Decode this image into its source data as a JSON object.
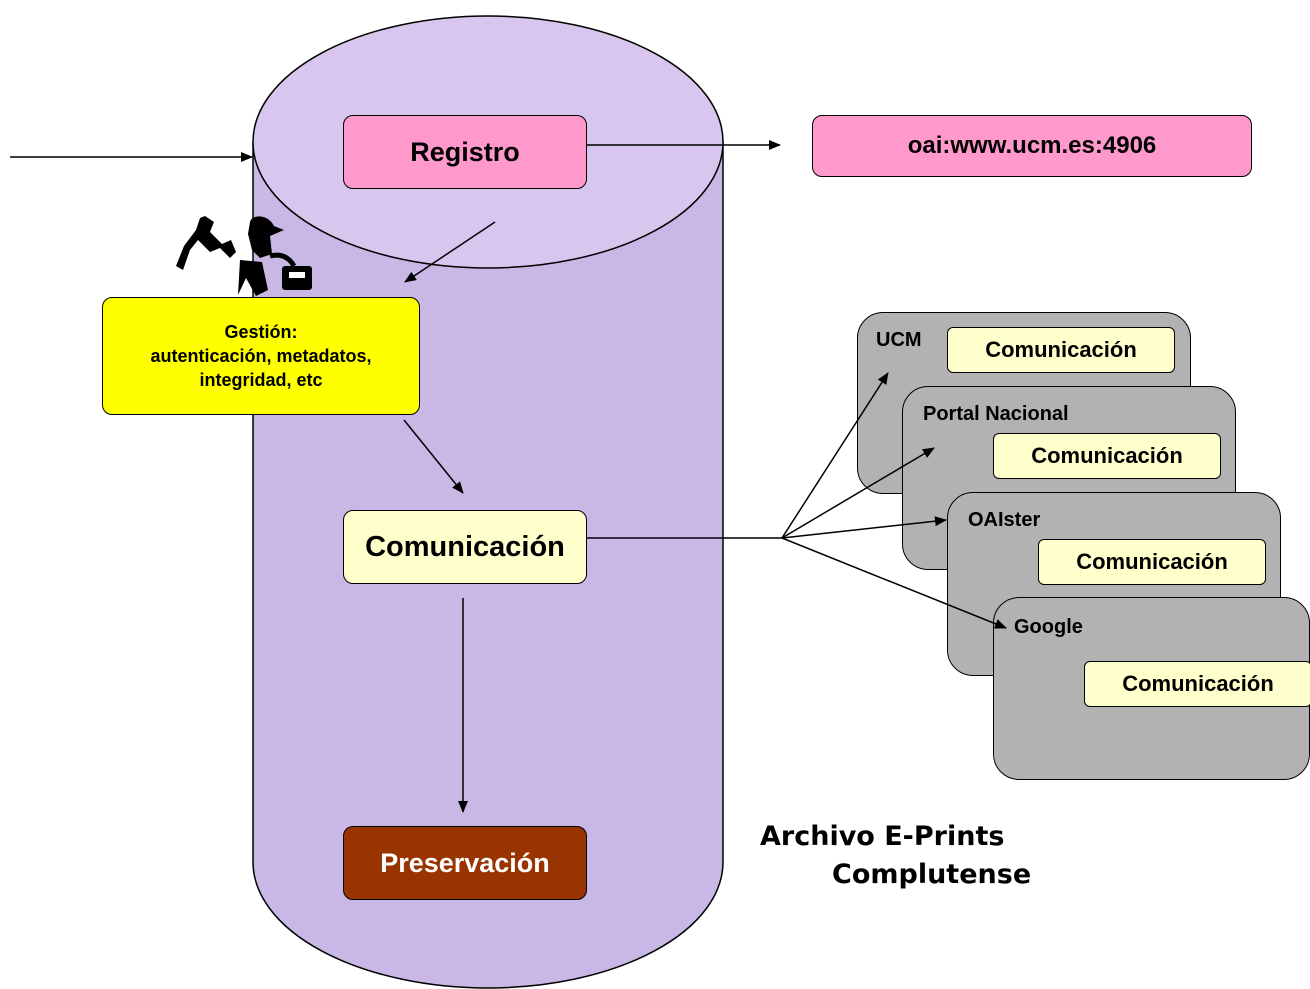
{
  "nodes": {
    "registro": "Registro",
    "oai_identifier": "oai:www.ucm.es:4906",
    "gestion_line1": "Gestión:",
    "gestion_line2": "autenticación, metadatos,",
    "gestion_line3": "integridad, etc",
    "comunicacion": "Comunicación",
    "preservacion": "Preservación"
  },
  "targets": [
    {
      "name": "UCM",
      "inner": "Comunicación"
    },
    {
      "name": "Portal Nacional",
      "inner": "Comunicación"
    },
    {
      "name": "OAIster",
      "inner": "Comunicación"
    },
    {
      "name": "Google",
      "inner": "Comunicación"
    }
  ],
  "footer": {
    "line1": "Archivo E-Prints",
    "line2": "Complutense"
  },
  "colors": {
    "cylinder": "#c9b8e6",
    "registro": "#ff99cc",
    "gestion": "#ffff00",
    "comunicacion": "#ffffcc",
    "preservacion": "#993300",
    "target": "#b2b2b2"
  },
  "icons": [
    "tools-icon",
    "worker-icon"
  ]
}
